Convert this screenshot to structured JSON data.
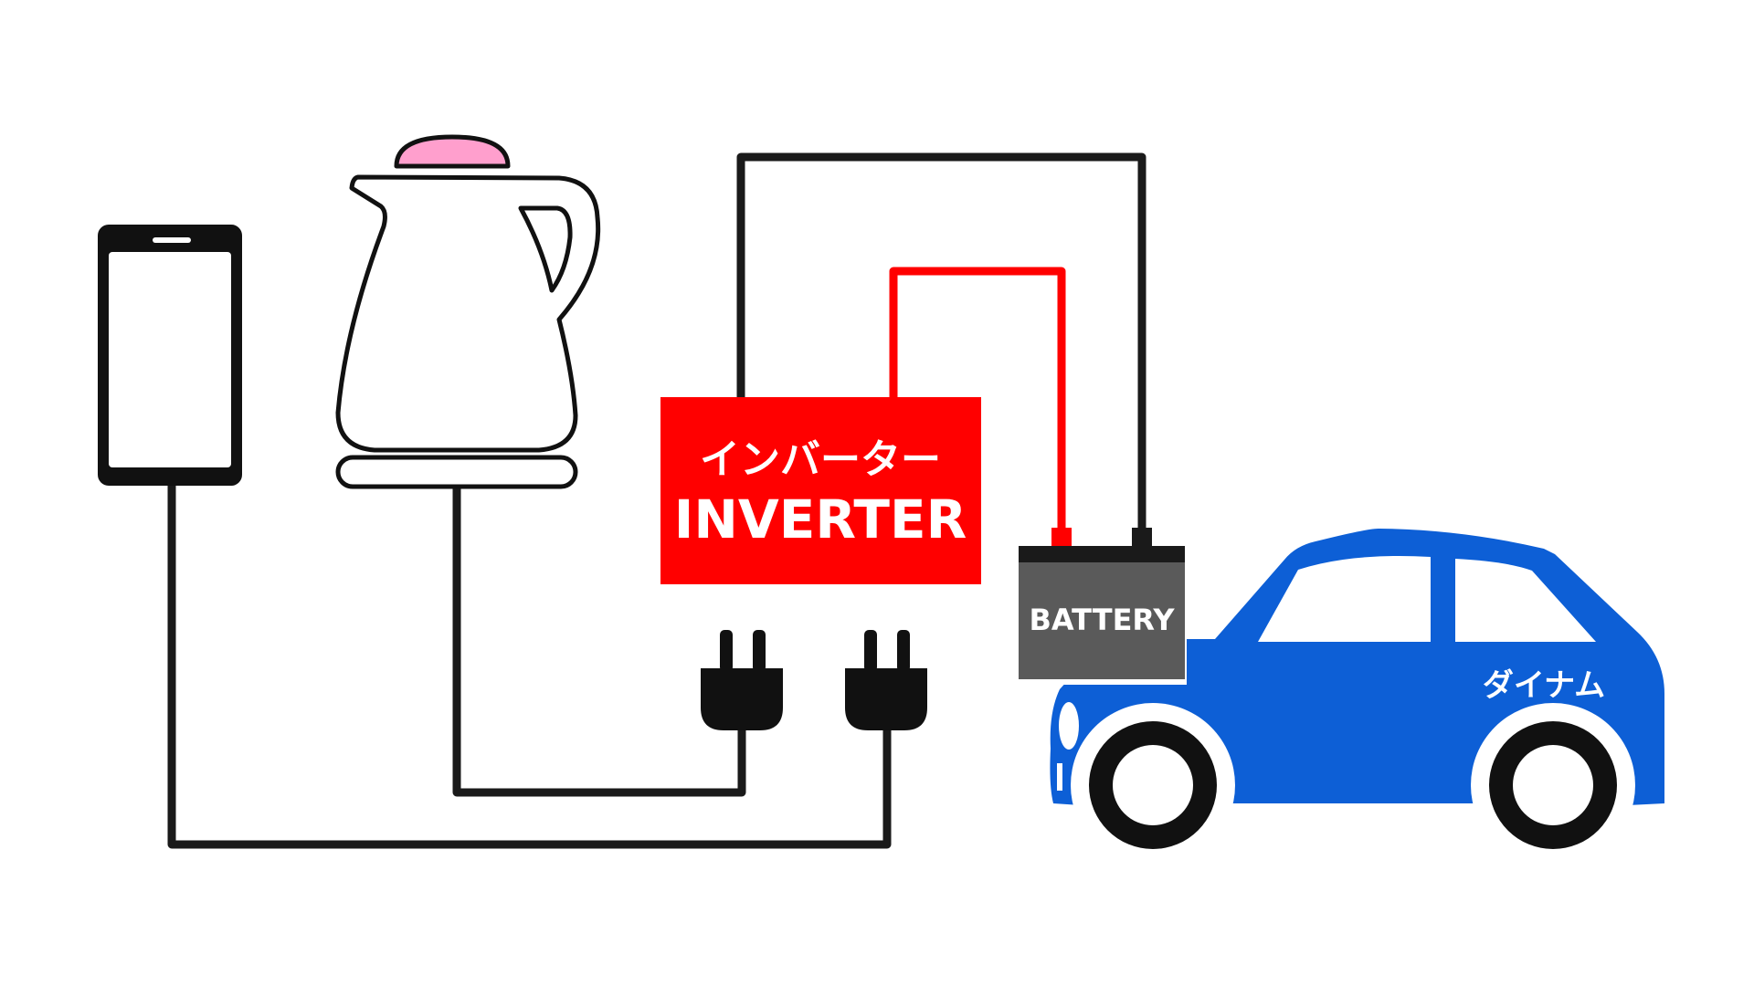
{
  "inverter": {
    "label_jp": "インバーター",
    "label_en": "INVERTER"
  },
  "battery": {
    "label": "BATTERY"
  },
  "car": {
    "brand": "ダイナム"
  },
  "colors": {
    "inverter": "#ff0000",
    "positive_wire": "#ff0000",
    "negative_wire": "#1a1a1a",
    "battery_body": "#5a5a5a",
    "battery_top": "#1a1a1a",
    "car_body": "#0d5fd6",
    "kettle_lid": "#ff9fcd",
    "outline": "#111111",
    "background": "#ffffff"
  },
  "icons": {
    "phone": "smartphone-icon",
    "kettle": "electric-kettle-icon",
    "plugs": "power-plug-icon",
    "car": "car-icon"
  }
}
